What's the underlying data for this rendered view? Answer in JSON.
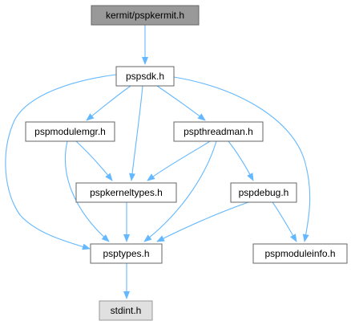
{
  "graph": {
    "nodes": [
      {
        "id": "kermit_pspkermit",
        "label": "kermit/pspkermit.h",
        "style": "root"
      },
      {
        "id": "pspsdk",
        "label": "pspsdk.h",
        "style": "normal"
      },
      {
        "id": "pspmodulemgr",
        "label": "pspmodulemgr.h",
        "style": "normal"
      },
      {
        "id": "pspthreadman",
        "label": "pspthreadman.h",
        "style": "normal"
      },
      {
        "id": "pspkerneltypes",
        "label": "pspkerneltypes.h",
        "style": "normal"
      },
      {
        "id": "pspdebug",
        "label": "pspdebug.h",
        "style": "normal"
      },
      {
        "id": "psptypes",
        "label": "psptypes.h",
        "style": "normal"
      },
      {
        "id": "pspmoduleinfo",
        "label": "pspmoduleinfo.h",
        "style": "normal"
      },
      {
        "id": "stdint",
        "label": "stdint.h",
        "style": "external"
      }
    ],
    "edges": [
      {
        "from": "kermit_pspkermit",
        "to": "pspsdk"
      },
      {
        "from": "pspsdk",
        "to": "psptypes"
      },
      {
        "from": "pspsdk",
        "to": "pspmodulemgr"
      },
      {
        "from": "pspsdk",
        "to": "pspkerneltypes"
      },
      {
        "from": "pspsdk",
        "to": "pspthreadman"
      },
      {
        "from": "pspsdk",
        "to": "pspmoduleinfo"
      },
      {
        "from": "pspmodulemgr",
        "to": "pspkerneltypes"
      },
      {
        "from": "pspmodulemgr",
        "to": "psptypes"
      },
      {
        "from": "pspthreadman",
        "to": "pspkerneltypes"
      },
      {
        "from": "pspthreadman",
        "to": "psptypes"
      },
      {
        "from": "pspthreadman",
        "to": "pspdebug"
      },
      {
        "from": "pspkerneltypes",
        "to": "psptypes"
      },
      {
        "from": "pspdebug",
        "to": "psptypes"
      },
      {
        "from": "pspdebug",
        "to": "pspmoduleinfo"
      },
      {
        "from": "psptypes",
        "to": "stdint"
      }
    ],
    "colors": {
      "edge": "#63b8ff",
      "node_border": "#666666",
      "node_fill": "#ffffff",
      "root_fill": "#999999",
      "external_fill": "#e0e0e0",
      "external_border": "#999999"
    }
  }
}
